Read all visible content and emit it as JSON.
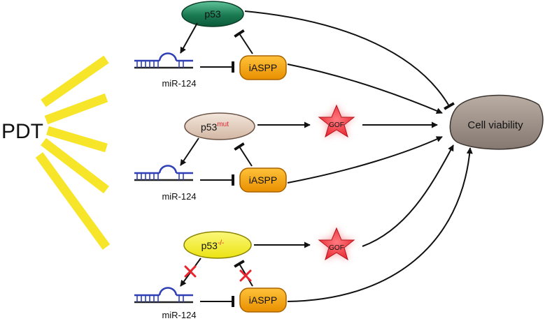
{
  "pdt_label": "PDT",
  "cell_viability_label": "Cell viability",
  "colors": {
    "p53_wildtype": "#1a7a52",
    "p53_mutant": "#dcc3b0",
    "p53_null": "#f4f01c",
    "iaspp": "#f5a100",
    "gof_star": "#e8252f",
    "cell_viability": "#9c8e84",
    "light_rays": "#f7e52a",
    "mirna_hairpin": "#2e3fb8",
    "inhibition_cross": "#e8252f"
  },
  "panels": [
    {
      "p53": {
        "base": "p53",
        "sup": ""
      },
      "mirna_label": "miR-124",
      "iaspp_label": "iASPP"
    },
    {
      "p53": {
        "base": "p53",
        "sup": "mut"
      },
      "gof_label": "GOF",
      "mirna_label": "miR-124",
      "iaspp_label": "iASPP"
    },
    {
      "p53": {
        "base": "p53",
        "sup": "-/-"
      },
      "gof_label": "GOF",
      "mirna_label": "miR-124",
      "iaspp_label": "iASPP",
      "blocked_links": [
        "p53-to-miR-124",
        "iASPP-to-p53"
      ]
    }
  ]
}
